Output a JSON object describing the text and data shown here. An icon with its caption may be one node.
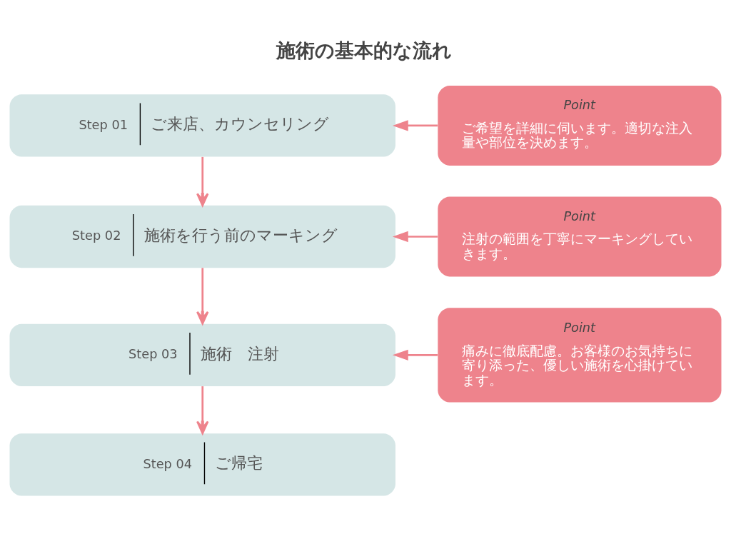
{
  "diagram": {
    "title": "施術の基本的な流れ",
    "nodes": [
      {
        "text": [
          "Step 01",
          "ご来店、カウンセリング"
        ]
      },
      {
        "text": [
          "Point",
          "ご希望を詳細に伺います。適切な注入量や部位を決めます。"
        ]
      },
      {
        "text": [
          "Step 02",
          "施術を行う前のマーキング"
        ]
      },
      {
        "text": [
          "Point",
          "注射の範囲を丁寧にマーキングしていきます。"
        ]
      },
      {
        "text": [
          "Step 03",
          "施術　注射"
        ]
      },
      {
        "text": [
          "Point",
          "痛みに徹底配慮。お客様のお気持ちに寄り添った、優しい施術を心掛けています。"
        ]
      },
      {
        "text": [
          "Step 04",
          "ご帰宅"
        ]
      }
    ],
    "edges": [
      {
        "from": 0,
        "to": 2,
        "arrow": "to"
      },
      {
        "from": 2,
        "to": 4,
        "arrow": "to"
      },
      {
        "from": 4,
        "to": 6,
        "arrow": "to"
      },
      {
        "from": 1,
        "to": 0,
        "arrow": "to"
      },
      {
        "from": 3,
        "to": 2,
        "arrow": "to"
      },
      {
        "from": 5,
        "to": 4,
        "arrow": "to"
      }
    ]
  }
}
